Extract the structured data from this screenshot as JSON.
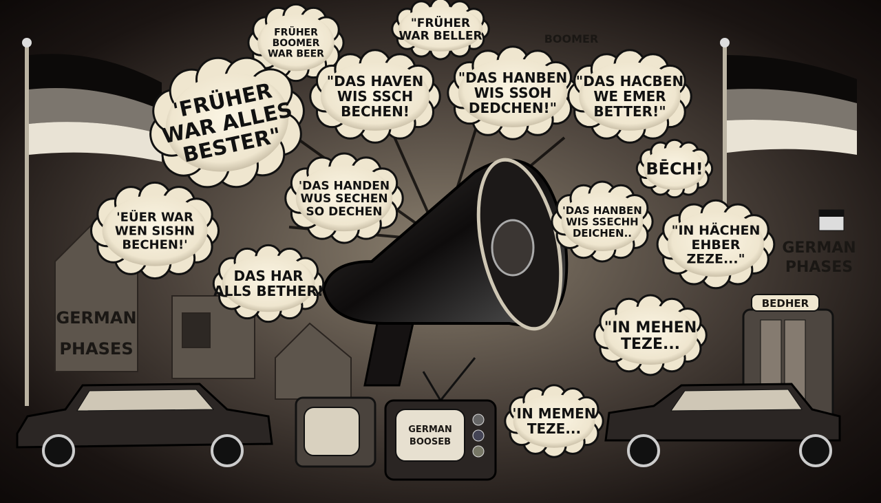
{
  "bubbles": [
    {
      "lines": [
        "FRÜHER",
        "BOOMER",
        "WAR BEER"
      ]
    },
    {
      "lines": [
        "\"FRÜHER",
        "WAR BELLER"
      ]
    },
    {
      "lines": [
        "\"DAS HAVEN",
        "WIS SSCH",
        "BECHEN!"
      ]
    },
    {
      "lines": [
        "\"DAS HANBEN",
        "WIS SSOH",
        "DEDCHEN!\""
      ]
    },
    {
      "lines": [
        "\"DAS HACBEN",
        "WE EMER",
        "BETTER!\""
      ]
    },
    {
      "lines": [
        "'FRÜHER",
        "WAR ALLES",
        "BESTER\""
      ]
    },
    {
      "lines": [
        "'DAS HANDEN",
        "WUS SECHEN",
        "SO DECHEN"
      ]
    },
    {
      "lines": [
        "BĒCH!"
      ]
    },
    {
      "lines": [
        "'EÜER WAR",
        "WEN SISHN",
        "BECHEN!'"
      ]
    },
    {
      "lines": [
        "DAS HAR",
        "ALLS BETHER!"
      ]
    },
    {
      "lines": [
        "'DAS HANBEN",
        "WIS SSECHH",
        "DEICHEN.."
      ]
    },
    {
      "lines": [
        "\"IN HÄCHEN",
        "EHBER",
        "ZEZE...\""
      ]
    },
    {
      "lines": [
        "\"IN MEHEN",
        "TEZE..."
      ]
    },
    {
      "lines": [
        "'IN MEMEN",
        "TEZE..."
      ]
    }
  ],
  "labels": {
    "boomer_sign": "BOOMER",
    "left_caption": [
      "GERMAN",
      "PHASES"
    ],
    "right_caption": [
      "GERMAN",
      "PHASES"
    ],
    "tv_screen": [
      "GERMAN",
      "BOOSEB"
    ],
    "kiosk_sign": "BEDHER"
  },
  "colors": {
    "paper": "#efe6cf",
    "ink": "#111111",
    "dark": "#1a1412"
  }
}
